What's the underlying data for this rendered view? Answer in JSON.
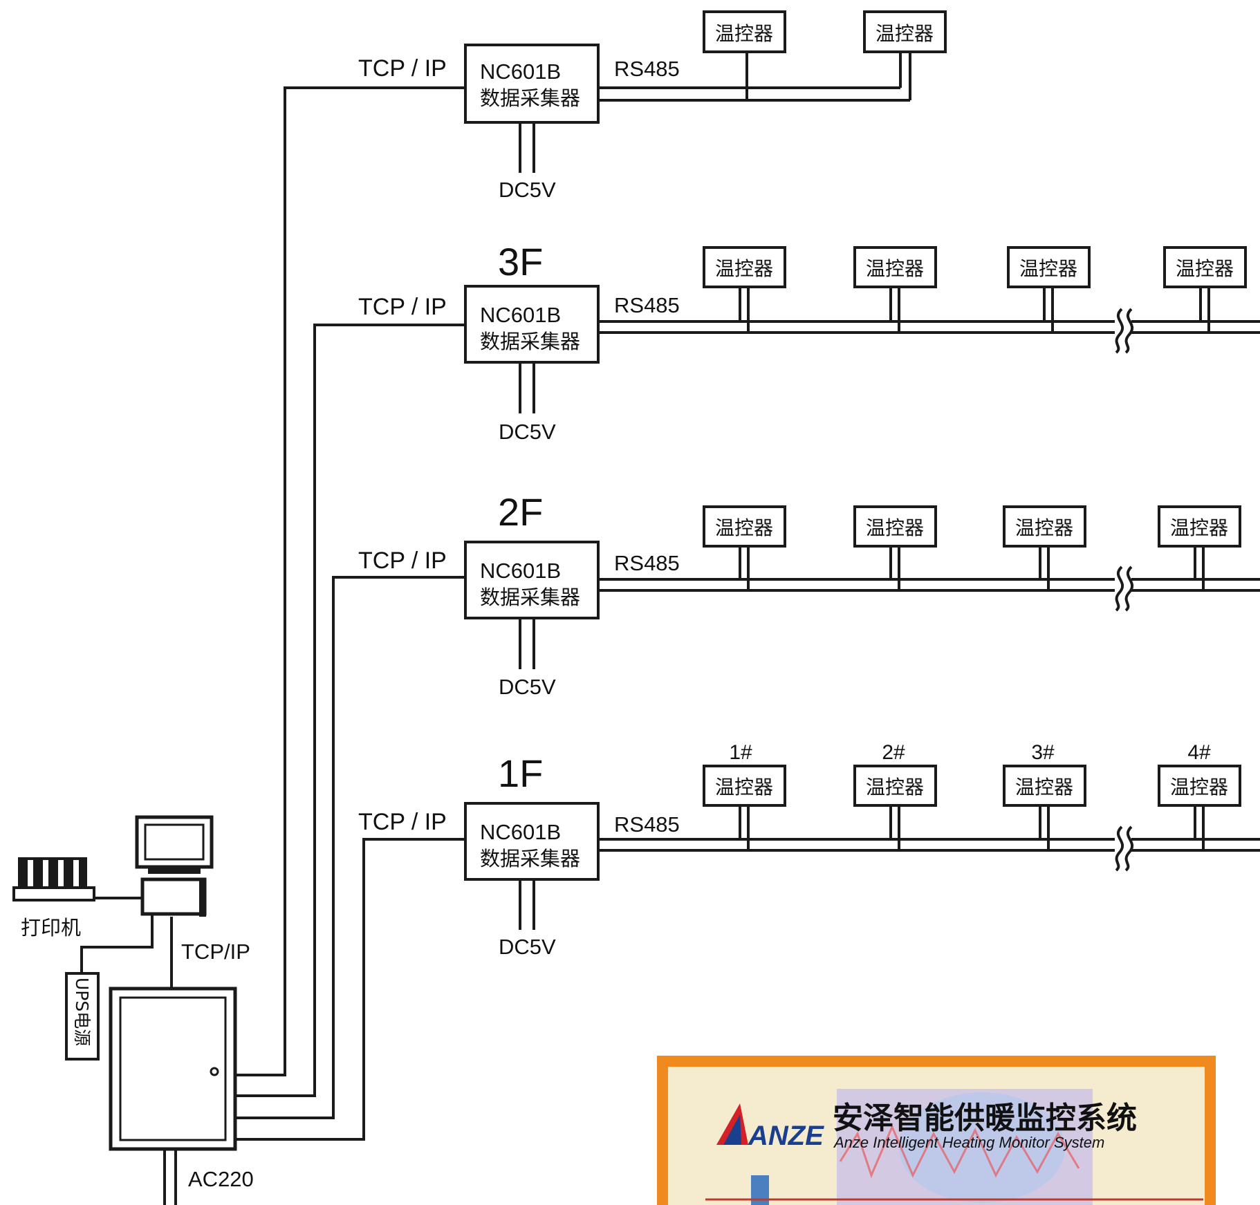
{
  "labels": {
    "tcp_ip": "TCP / IP",
    "rs485": "RS485",
    "collector_model": "NC601B",
    "collector_name": "数据采集器",
    "dc5v": "DC5V",
    "thermostat": "温控器",
    "printer": "打印机",
    "ups": "UPS电源",
    "server_tcpip": "TCP/IP",
    "ac220": "AC220"
  },
  "floors": {
    "f3": "3F",
    "f2": "2F",
    "f1": "1F"
  },
  "thermostat_numbers": [
    "1#",
    "2#",
    "3#",
    "4#"
  ],
  "banner": {
    "logo": "ANZE",
    "title_cn": "安泽智能供暖监控系统",
    "title_en": "Anze Intelligent Heating Monitor System"
  },
  "colors": {
    "banner_border": "#f08a1e",
    "logo_red": "#d42027",
    "logo_blue": "#1b3f8f"
  }
}
